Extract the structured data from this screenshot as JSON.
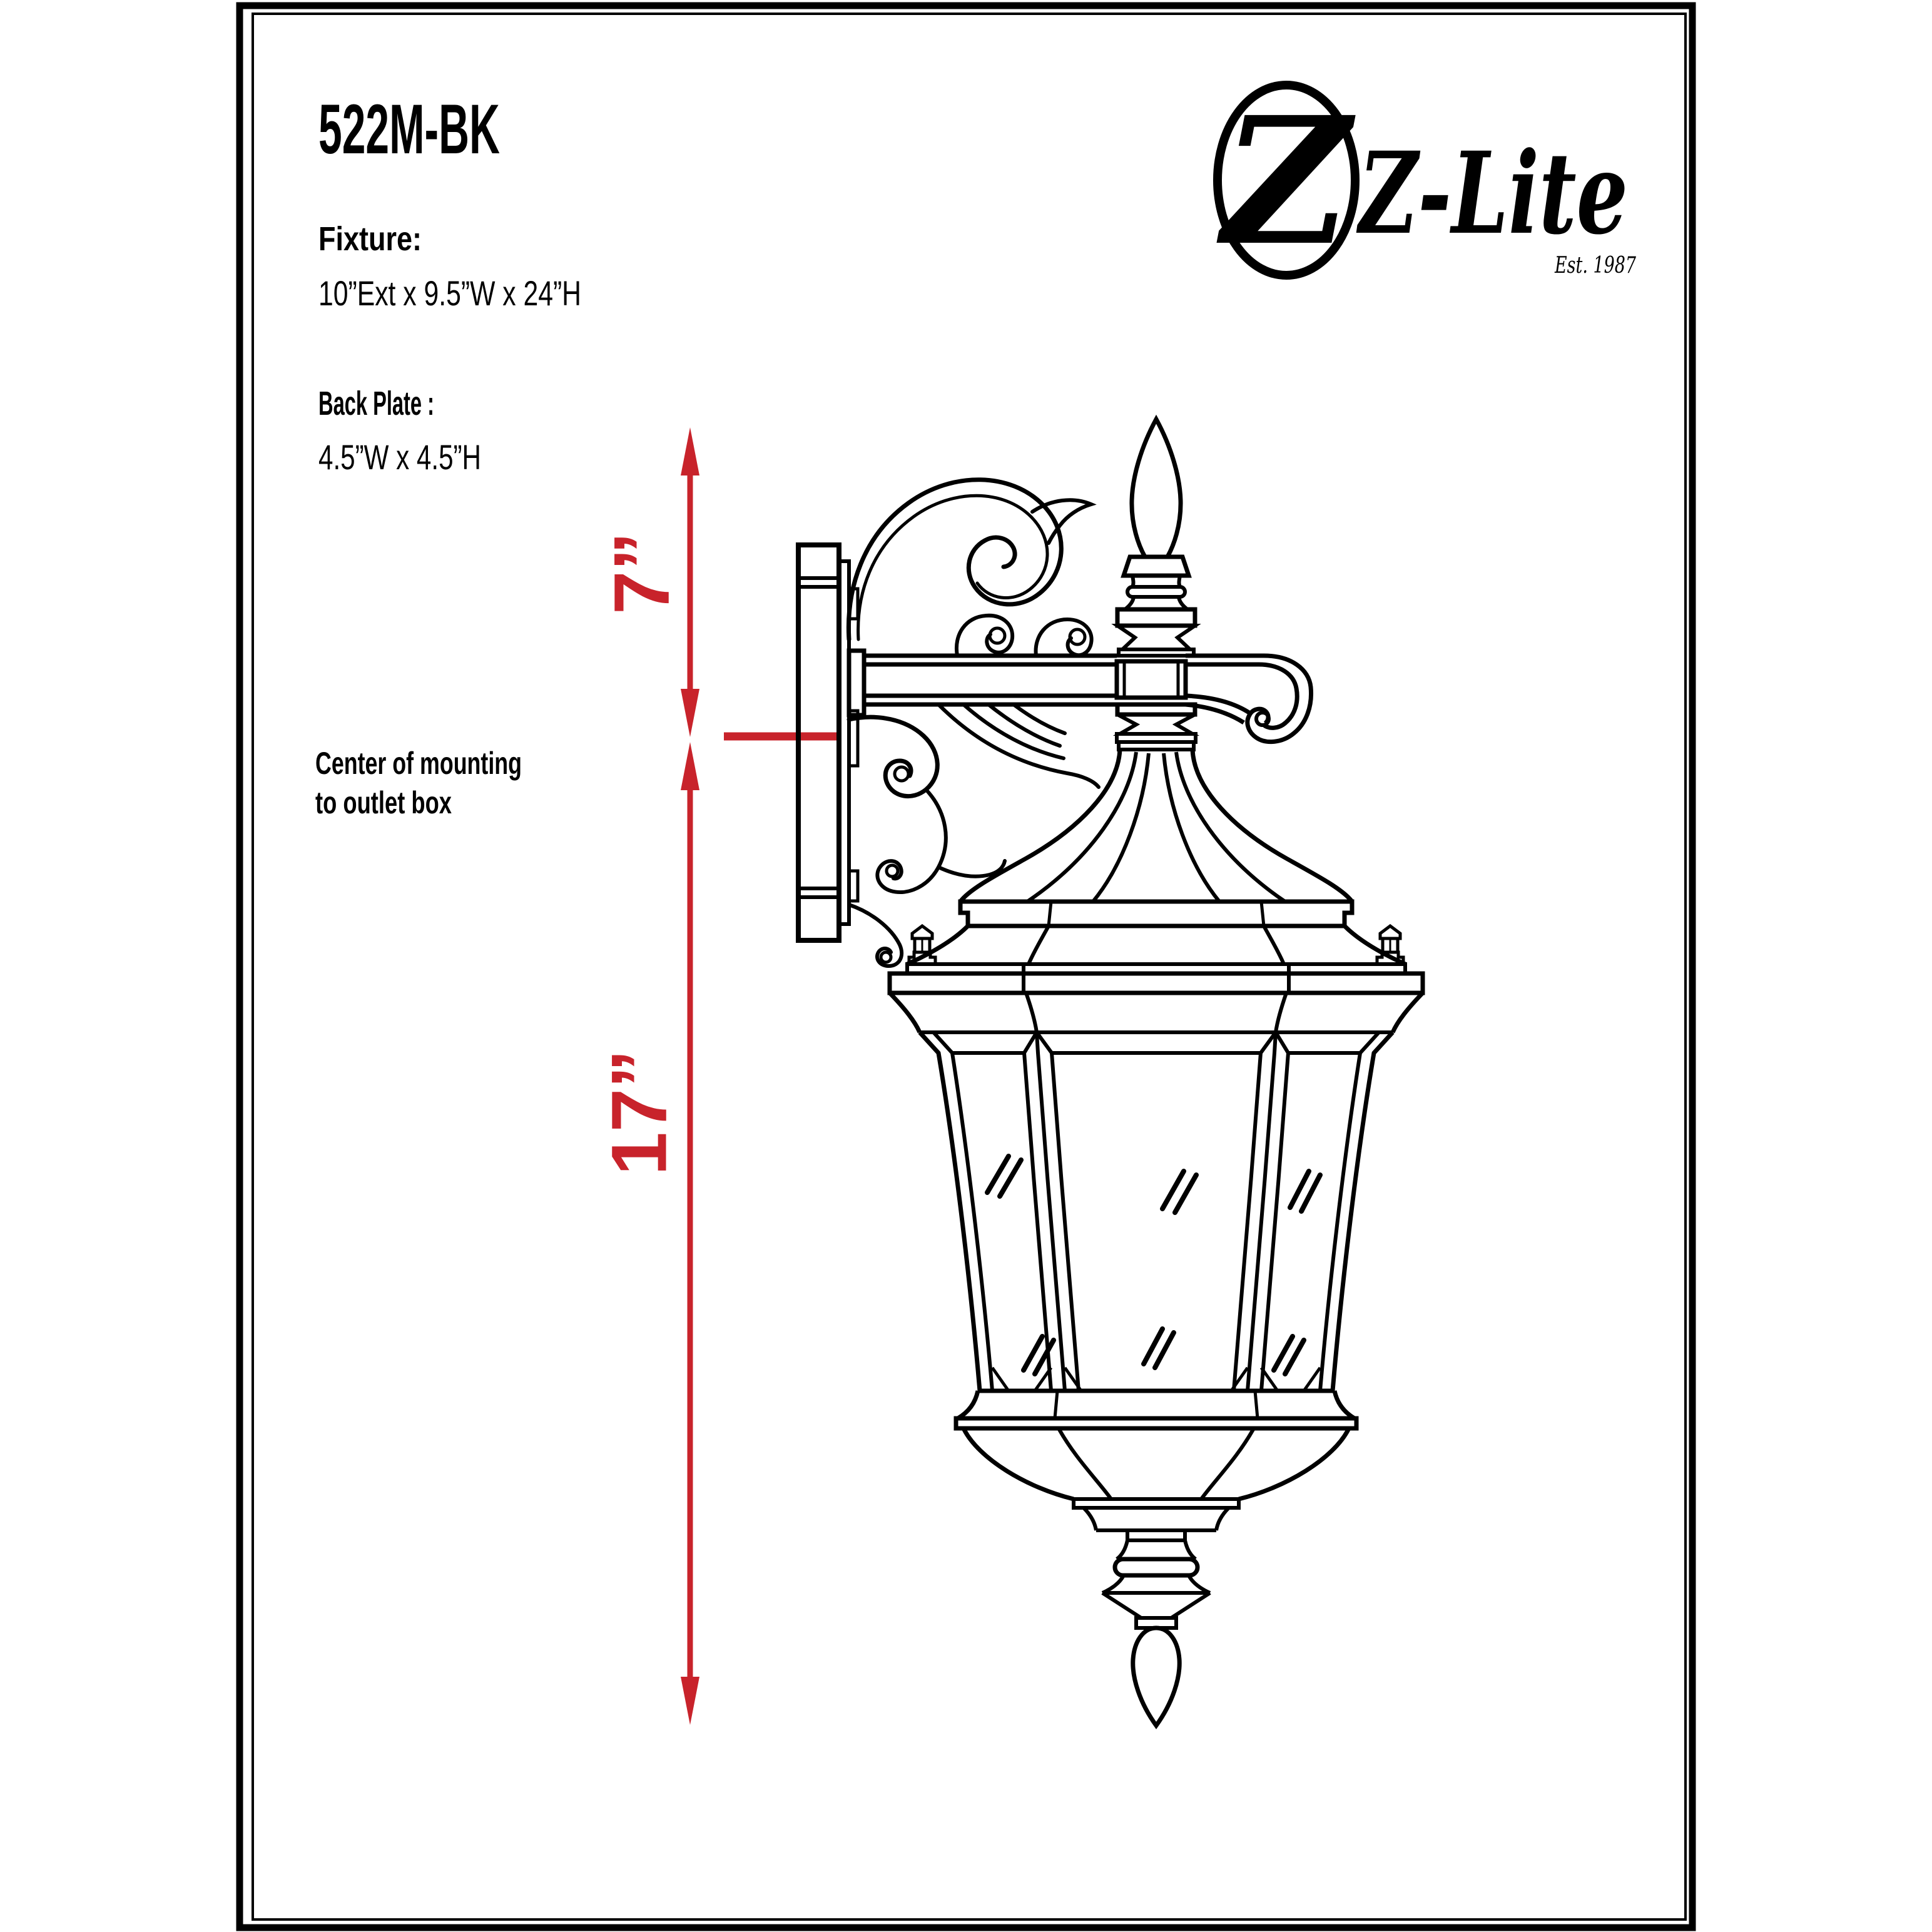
{
  "product": {
    "model": "522M-BK",
    "fixture_label": "Fixture:",
    "fixture_dimensions": "10”Ext x 9.5”W x 24”H",
    "backplate_label": "Back Plate :",
    "backplate_dimensions": "4.5”W x 4.5”H"
  },
  "brand": {
    "monogram": "Z",
    "name": "Z-Lite",
    "established": "Est. 1987"
  },
  "annotations": {
    "extension_dimension": "7”",
    "height_dimension": "17”",
    "mounting_note_line1": "Center of mounting",
    "mounting_note_line2": "to outlet box"
  },
  "colors": {
    "dimension_red": "#C8232B",
    "ink": "#000000",
    "background": "#FFFFFF"
  }
}
